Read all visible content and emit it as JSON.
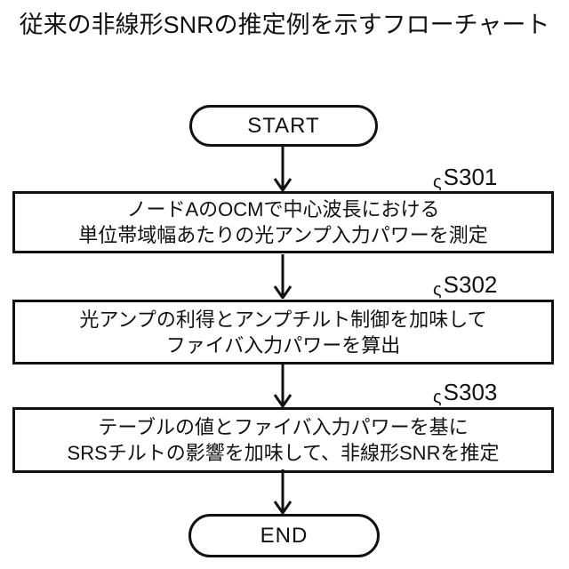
{
  "title": "従来の非線形SNRの推定例を示すフローチャート",
  "flowchart": {
    "start_label": "START",
    "end_label": "END",
    "label_prefix": "ς",
    "steps": [
      {
        "id": "S301",
        "line1": "ノードAのOCMで中心波長における",
        "line2": "単位帯域幅あたりの光アンプ入力パワーを測定"
      },
      {
        "id": "S302",
        "line1": "光アンプの利得とアンプチルト制御を加味して",
        "line2": "ファイバ入力パワーを算出"
      },
      {
        "id": "S303",
        "line1": "テーブルの値とファイバ入力パワーを基に",
        "line2": "SRSチルトの影響を加味して、非線形SNRを推定"
      }
    ]
  },
  "colors": {
    "line": "#111111",
    "background": "#ffffff",
    "text": "#111111"
  }
}
